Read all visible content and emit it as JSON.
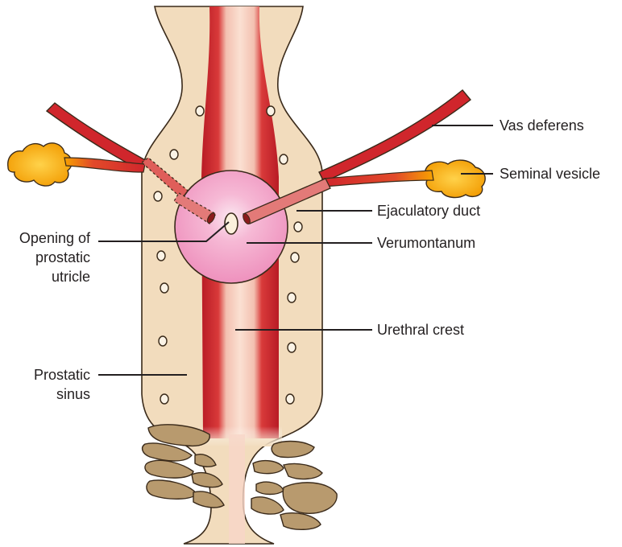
{
  "labels": {
    "vas_deferens": "Vas deferens",
    "seminal_vesicle": "Seminal vesicle",
    "ejaculatory_duct": "Ejaculatory duct",
    "opening_line1": "Opening of",
    "opening_line2": "prostatic",
    "opening_line3": "utricle",
    "verumontanum": "Verumontanum",
    "urethral_crest": "Urethral crest",
    "prostatic_line1": "Prostatic",
    "prostatic_line2": "sinus"
  },
  "colors": {
    "prostate_fill": "#f2dcbd",
    "urethra_red": "#c8222c",
    "urethra_light": "#f4c2b4",
    "verumontanum_pink": "#f2a6c8",
    "duct_red": "#d6312f",
    "vesicle_yellow": "#f5a500",
    "muscle_brown": "#b89a6e",
    "line_color": "#231f20"
  }
}
